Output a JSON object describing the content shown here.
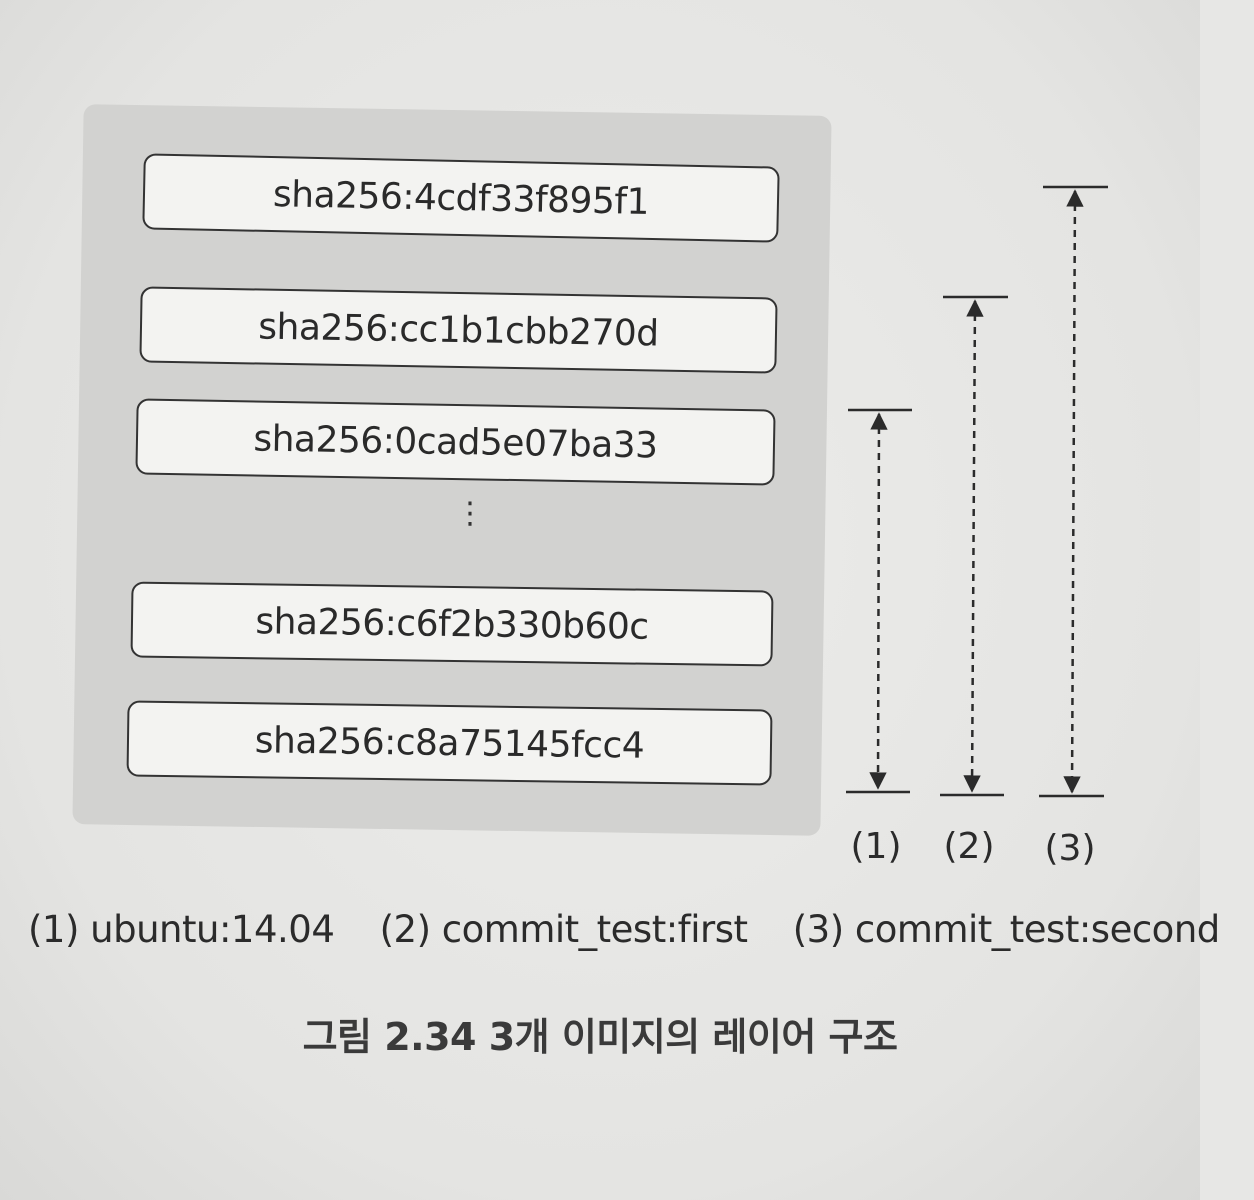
{
  "layers": [
    "sha256:4cdf33f895f1",
    "sha256:cc1b1cbb270d",
    "sha256:0cad5e07ba33",
    "sha256:c6f2b330b60c",
    "sha256:c8a75145fcc4"
  ],
  "ellipsis": "⋮",
  "ranges": [
    {
      "label": "(1)"
    },
    {
      "label": "(2)"
    },
    {
      "label": "(3)"
    }
  ],
  "legend": [
    "(1) ubuntu:14.04",
    "(2) commit_test:first",
    "(3) commit_test:second"
  ],
  "caption": "그림 2.34 3개 이미지의 레이어 구조",
  "colors": {
    "panel": "#d2d2d0",
    "box": "#f3f3f1",
    "line": "#333333"
  }
}
